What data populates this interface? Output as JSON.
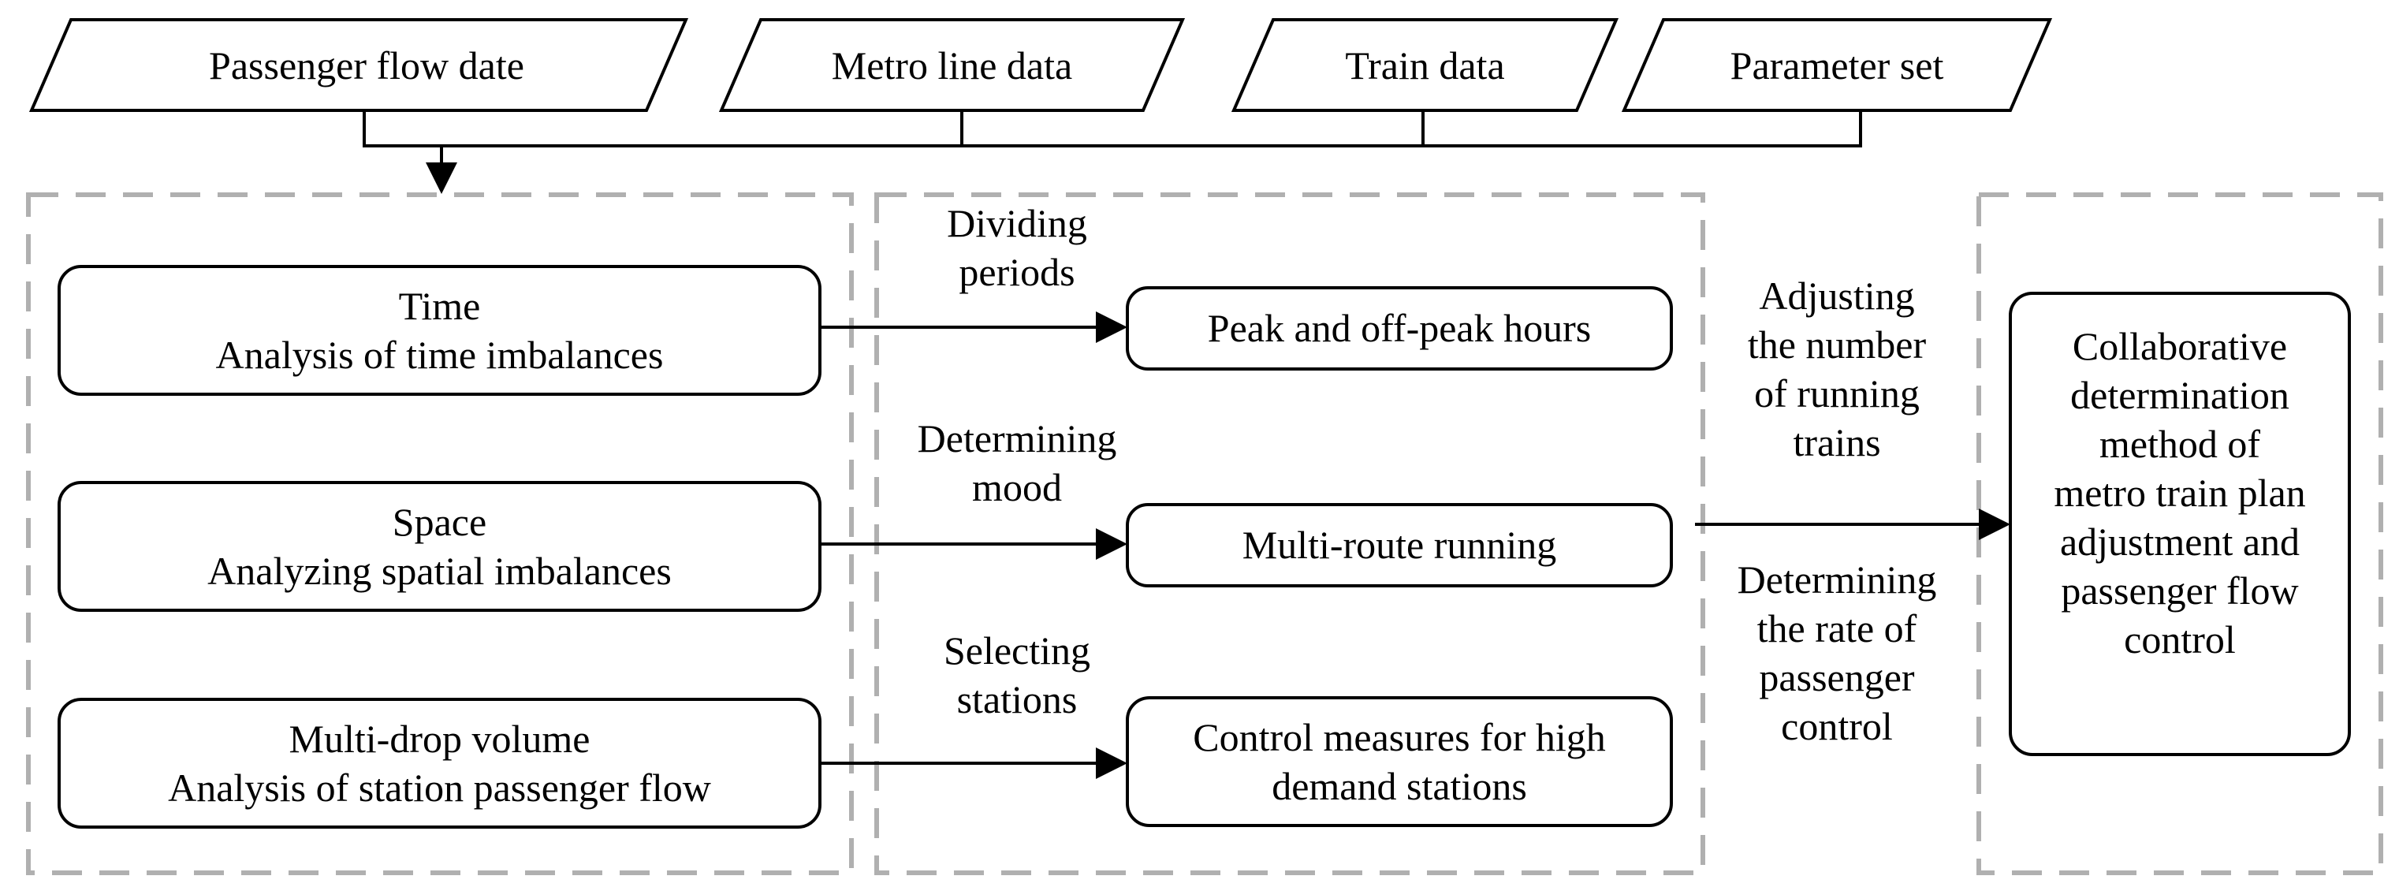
{
  "inputs": [
    {
      "label": "Passenger flow date"
    },
    {
      "label": "Metro line data"
    },
    {
      "label": "Train data"
    },
    {
      "label": "Parameter set"
    }
  ],
  "analysis": [
    {
      "title": "Time",
      "subtitle": "Analysis of time imbalances"
    },
    {
      "title": "Space",
      "subtitle": "Analyzing spatial imbalances"
    },
    {
      "title": "Multi-drop volume",
      "subtitle": "Analysis of station passenger flow"
    }
  ],
  "steps": [
    {
      "line1": "Dividing",
      "line2": "periods"
    },
    {
      "line1": "Determining",
      "line2": "mood"
    },
    {
      "line1": "Selecting",
      "line2": "stations"
    }
  ],
  "outcomes": [
    {
      "line1": "Peak and off-peak hours"
    },
    {
      "line1": "Multi-route running"
    },
    {
      "line1": "Control measures for high",
      "line2": "demand stations"
    }
  ],
  "adjust": [
    "Adjusting",
    "the number",
    "of running",
    "trains"
  ],
  "determine": [
    "Determining",
    "the rate of",
    "passenger",
    "control"
  ],
  "result": [
    "Collaborative",
    "determination",
    "method of",
    "metro train plan",
    "adjustment and",
    "passenger flow",
    "control"
  ],
  "colors": {
    "stroke": "#000000",
    "dash": "#b0b0b0"
  }
}
